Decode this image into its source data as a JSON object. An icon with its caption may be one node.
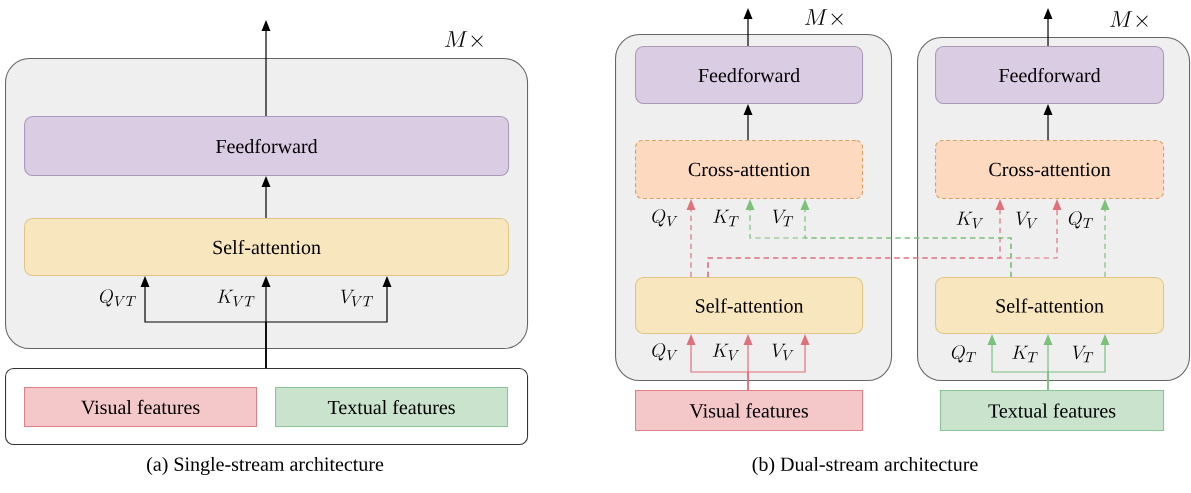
{
  "diagram": {
    "nodes": [
      {
        "text": [
          "M\\times"
        ]
      },
      {
        "text": [
          "Feedforward"
        ],
        "in": 0
      },
      {
        "text": [
          "Self-attention"
        ],
        "in": 0
      },
      {
        "text": [],
        "shape": "box"
      },
      {
        "text": [
          "Visual features"
        ],
        "in": 3
      },
      {
        "text": [
          "Textual features"
        ],
        "in": 3
      },
      {
        "text": [
          "M\\times"
        ]
      },
      {
        "text": [
          "Feedforward"
        ],
        "in": 6
      },
      {
        "text": [
          "Cross-attention"
        ],
        "in": 6
      },
      {
        "text": [
          "Self-attention"
        ],
        "in": 6
      },
      {
        "text": [
          "M\\times"
        ]
      },
      {
        "text": [
          "Feedforward"
        ],
        "in": 10
      },
      {
        "text": [
          "Cross-attention"
        ],
        "in": 10
      },
      {
        "text": [
          "Self-attention"
        ],
        "in": 10
      },
      {
        "text": [
          "Visual features"
        ]
      },
      {
        "text": [
          "Textual features"
        ]
      }
    ],
    "edges": [
      {
        "from": 1,
        "to": null,
        "arrow": "to"
      },
      {
        "from": 2,
        "to": 1,
        "arrow": "to"
      },
      {
        "from": 3,
        "to": 2,
        "arrow": "to",
        "label": "Q_{VT}"
      },
      {
        "from": 3,
        "to": 2,
        "arrow": "to",
        "label": "K_{VT}"
      },
      {
        "from": 3,
        "to": 2,
        "arrow": "to",
        "label": "V_{VT}"
      },
      {
        "from": 7,
        "to": null,
        "arrow": "to"
      },
      {
        "from": 8,
        "to": 7,
        "arrow": "to"
      },
      {
        "from": 9,
        "to": 8,
        "arrow": "to",
        "label": "Q_V",
        "style": "dashed",
        "color": "#e0707a"
      },
      {
        "from": 9,
        "to": 12,
        "arrow": "to",
        "label": "K_V",
        "style": "dashed",
        "color": "#e0707a"
      },
      {
        "from": 9,
        "to": 12,
        "arrow": "to",
        "label": "V_V",
        "style": "dashed",
        "color": "#e0707a"
      },
      {
        "from": 13,
        "to": 8,
        "arrow": "to",
        "label": "K_T",
        "style": "dashed",
        "color": "#7cc07c"
      },
      {
        "from": 13,
        "to": 8,
        "arrow": "to",
        "label": "V_T",
        "style": "dashed",
        "color": "#7cc07c"
      },
      {
        "from": 13,
        "to": 12,
        "arrow": "to",
        "label": "Q_T",
        "style": "dashed",
        "color": "#7cc07c"
      },
      {
        "from": 14,
        "to": 9,
        "arrow": "to",
        "label": "Q_V",
        "color": "#e0707a"
      },
      {
        "from": 14,
        "to": 9,
        "arrow": "to",
        "label": "K_V",
        "color": "#e0707a"
      },
      {
        "from": 14,
        "to": 9,
        "arrow": "to",
        "label": "V_V",
        "color": "#e0707a"
      },
      {
        "from": 11,
        "to": null,
        "arrow": "to"
      },
      {
        "from": 12,
        "to": 11,
        "arrow": "to"
      },
      {
        "from": 15,
        "to": 13,
        "arrow": "to",
        "label": "Q_T",
        "color": "#7cc07c"
      },
      {
        "from": 15,
        "to": 13,
        "arrow": "to",
        "label": "K_T",
        "color": "#7cc07c"
      },
      {
        "from": 15,
        "to": 13,
        "arrow": "to",
        "label": "V_T",
        "color": "#7cc07c"
      }
    ],
    "labels": [
      "(a) Single-stream architecture",
      "(b) Dual-stream architecture"
    ]
  }
}
